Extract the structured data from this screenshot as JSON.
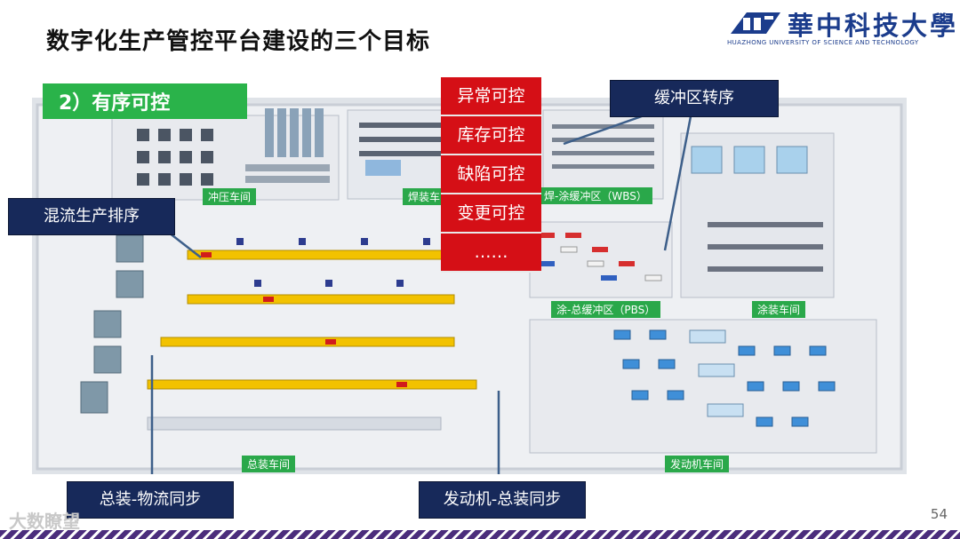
{
  "title": "数字化生产管控平台建设的三个目标",
  "logo": {
    "cn": "華中科技大學",
    "en": "HUAZHONG UNIVERSITY OF SCIENCE AND TECHNOLOGY"
  },
  "section_label": "2）有序可控",
  "controls": [
    "异常可控",
    "库存可控",
    "缺陷可控",
    "变更可控",
    "……"
  ],
  "callouts": {
    "buffer": "缓冲区转序",
    "mixed": "混流生产排序",
    "assembly_logistics": "总装-物流同步",
    "engine_assembly": "发动机-总装同步"
  },
  "zones": {
    "stamping": "冲压车间",
    "welding": "焊装车间",
    "wbs": "焊-涂缓冲区（WBS）",
    "pbs": "涂-总缓冲区（PBS）",
    "painting": "涂装车间",
    "assembly": "总装车间",
    "engine": "发动机车间"
  },
  "page_number": "54",
  "watermark": "大数瞭望",
  "colors": {
    "navy": "#17295a",
    "red": "#d50f16",
    "green": "#2ab34a",
    "footer": "#4b2d7c"
  }
}
